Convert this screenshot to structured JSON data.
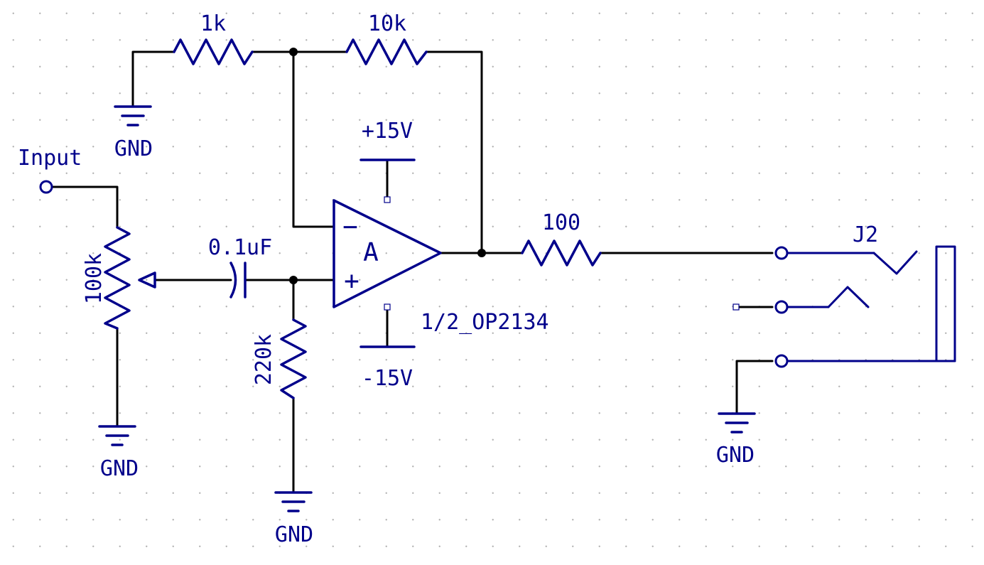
{
  "labels": {
    "r_1k": "1k",
    "r_10k": "10k",
    "r_100": "100",
    "r_220k": "220k",
    "pot_100k": "100k",
    "cap": "0.1uF",
    "input": "Input",
    "vpos": "+15V",
    "vneg": "-15V",
    "opamp_part": "1/2_OP2134",
    "opamp_unit": "A",
    "opamp_minus": "−",
    "opamp_plus": "+",
    "jack": "J2",
    "gnd_top": "GND",
    "gnd_pot": "GND",
    "gnd_220k": "GND",
    "gnd_jack": "GND"
  },
  "colors": {
    "component": "#00008b",
    "wire": "#000000",
    "grid_dot": "#b4b4b4"
  }
}
